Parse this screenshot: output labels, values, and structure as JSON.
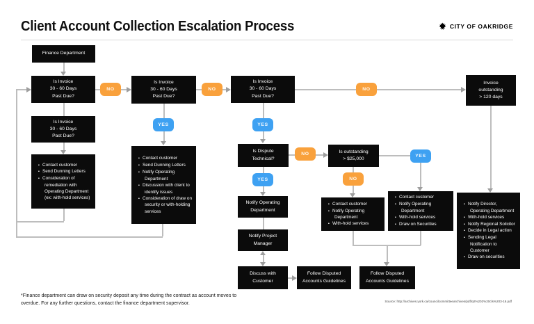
{
  "header": {
    "title": "Client Account Collection Escalation Process",
    "brand": "CITY OF OAKRIDGE"
  },
  "labels": {
    "yes": "YES",
    "no": "NO"
  },
  "colors": {
    "node_bg": "#0b0b0b",
    "yes_pill": "#3ea1f2",
    "no_pill": "#f9a13c",
    "connector": "#bdbdbd"
  },
  "nodes": {
    "finance": "Finance Department",
    "overdue_check_1": "Is Invoice\n30 - 60 Days\nPast Due?",
    "overdue_check_2": "Is Invoice\n30 - 60 Days\nPast Due?",
    "overdue_check_3": "Is Invoice\n30 - 60 Days\nPast Due?",
    "overdue_check_4": "Is Invoice\n30 - 60 Days\nPast Due?",
    "dispute_check": "Is Dispute\nTechnical?",
    "outstanding_check": "Is outstanding\n> $25,000",
    "notify_operating": "Notify Operating\nDepartment",
    "notify_pm": "Notify Project\nManager",
    "discuss_customer": "Discuss with\nCustomer",
    "follow_disputed_1": "Follow Disputed\nAccounts Guidelines",
    "follow_disputed_2": "Follow Disputed\nAccounts Guidelines",
    "invoice_120": "Invoice\noutstanding\n> 120 days",
    "actions_stage1": [
      "Contact customer",
      "Send Dunning Letters",
      "Consideration of remediation with Operating Department (ex: with-hold services)"
    ],
    "actions_stage2": [
      "Contact customer",
      "Send Dunning Letters",
      "Notify Operating Department",
      "Discussion with client to identify issues",
      "Consideration of draw on security or with-holding services"
    ],
    "actions_under_25k": [
      "Contact customer",
      "Notify Operating Department",
      "With-hold services"
    ],
    "actions_over_25k": [
      "Contact customer",
      "Notify Operating Department",
      "With-hold services",
      "Draw on Securities"
    ],
    "actions_legal": [
      "Notify Director, Operating Department",
      "With-hold services",
      "Notify Regional Solicitor",
      "Decide in Legal action",
      "Sending Legal Notification to Customer",
      "Draw on securities"
    ]
  },
  "footer": {
    "note": "*Finance department can draw on security deposit any time during the contract as account moves to overdue. For any further questions, contact the finance department supervisor.",
    "source": "Source: http://archives.york.ca/councilcommitteearchives/pdf/rpt%202%20cls%203-16.pdf"
  }
}
